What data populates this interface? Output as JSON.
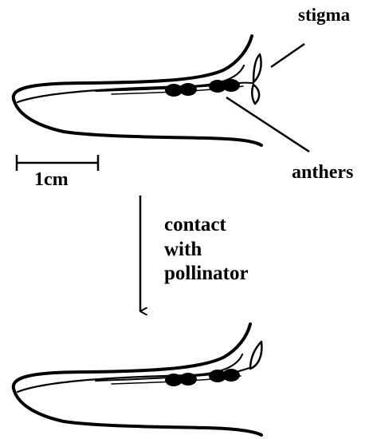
{
  "labels": {
    "stigma": "stigma",
    "anthers": "anthers",
    "scale": "1cm",
    "arrow_line1": "contact",
    "arrow_line2": "with",
    "arrow_line3": "pollinator"
  },
  "colors": {
    "ink": "#000000",
    "background": "#ffffff"
  }
}
